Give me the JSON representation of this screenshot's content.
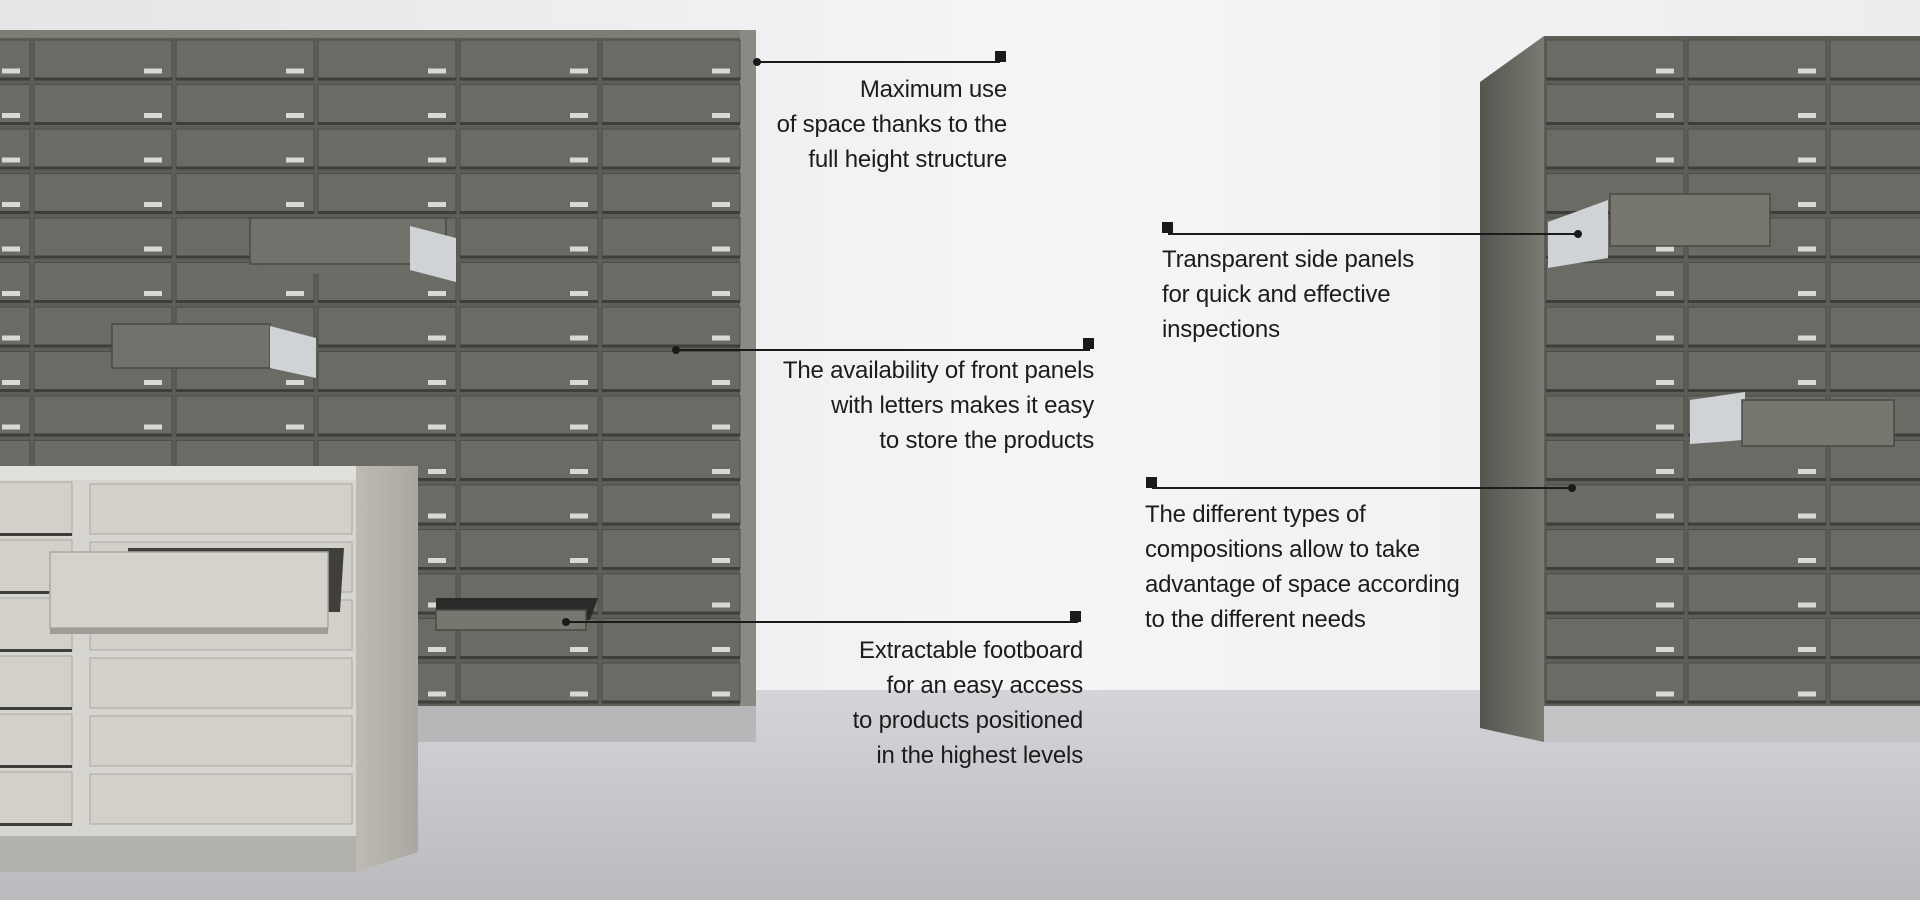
{
  "image": {
    "description_subject": "pharmacy-drawer-wall",
    "colors": {
      "cabinet_dark": "#66665f",
      "cabinet_light": "#cfcdc6",
      "wall": "#e9eaec",
      "floor": "#c9cacd",
      "leader_line": "#1a1a1a",
      "text": "#1c1c1c"
    }
  },
  "callouts": [
    {
      "id": "space",
      "lines": [
        "Maximum use",
        "of space thanks to the",
        "full height structure"
      ]
    },
    {
      "id": "panels",
      "lines": [
        "Transparent side panels",
        "for quick and effective",
        "inspections"
      ]
    },
    {
      "id": "letters",
      "lines": [
        "The availability of front panels",
        "with letters makes it easy",
        "to store the products"
      ]
    },
    {
      "id": "compositions",
      "lines": [
        "The different types of",
        "compositions allow to take",
        "advantage of space according",
        "to the different needs"
      ]
    },
    {
      "id": "footboard",
      "lines": [
        "Extractable footboard",
        "for an easy access",
        "to products positioned",
        "in the highest levels"
      ]
    }
  ]
}
